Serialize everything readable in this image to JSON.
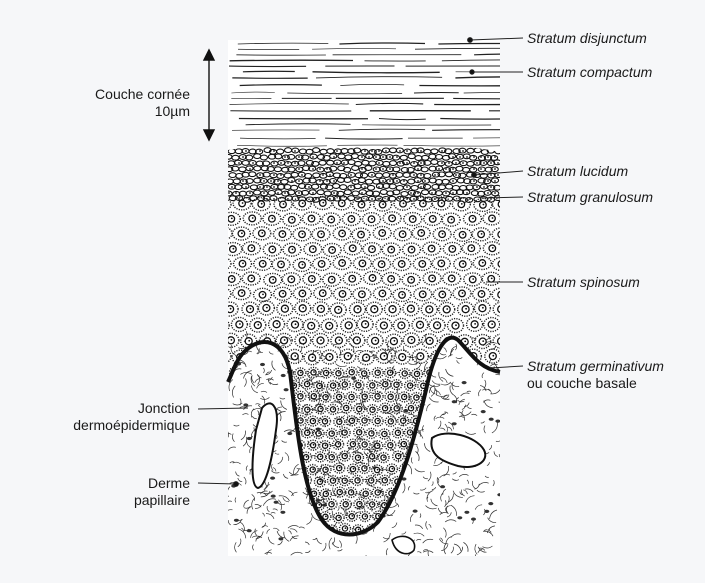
{
  "figure": {
    "left_labels": {
      "couche_cornee": [
        "Couche cornée",
        "10µm"
      ],
      "jonction": [
        "Jonction",
        "dermoépidermique"
      ],
      "derme": [
        "Derme",
        "papillaire"
      ]
    },
    "right_labels": {
      "disjunctum": "Stratum disjunctum",
      "compactum": "Stratum compactum",
      "lucidum": "Stratum lucidum",
      "granulosum": "Stratum granulosum",
      "spinosum": "Stratum spinosum",
      "germinativum": [
        "Stratum germinativum",
        "ou couche basale"
      ]
    },
    "colors": {
      "ink": "#1a1a1a",
      "paper": "#ffffff",
      "background": "#f6f7f9"
    }
  }
}
